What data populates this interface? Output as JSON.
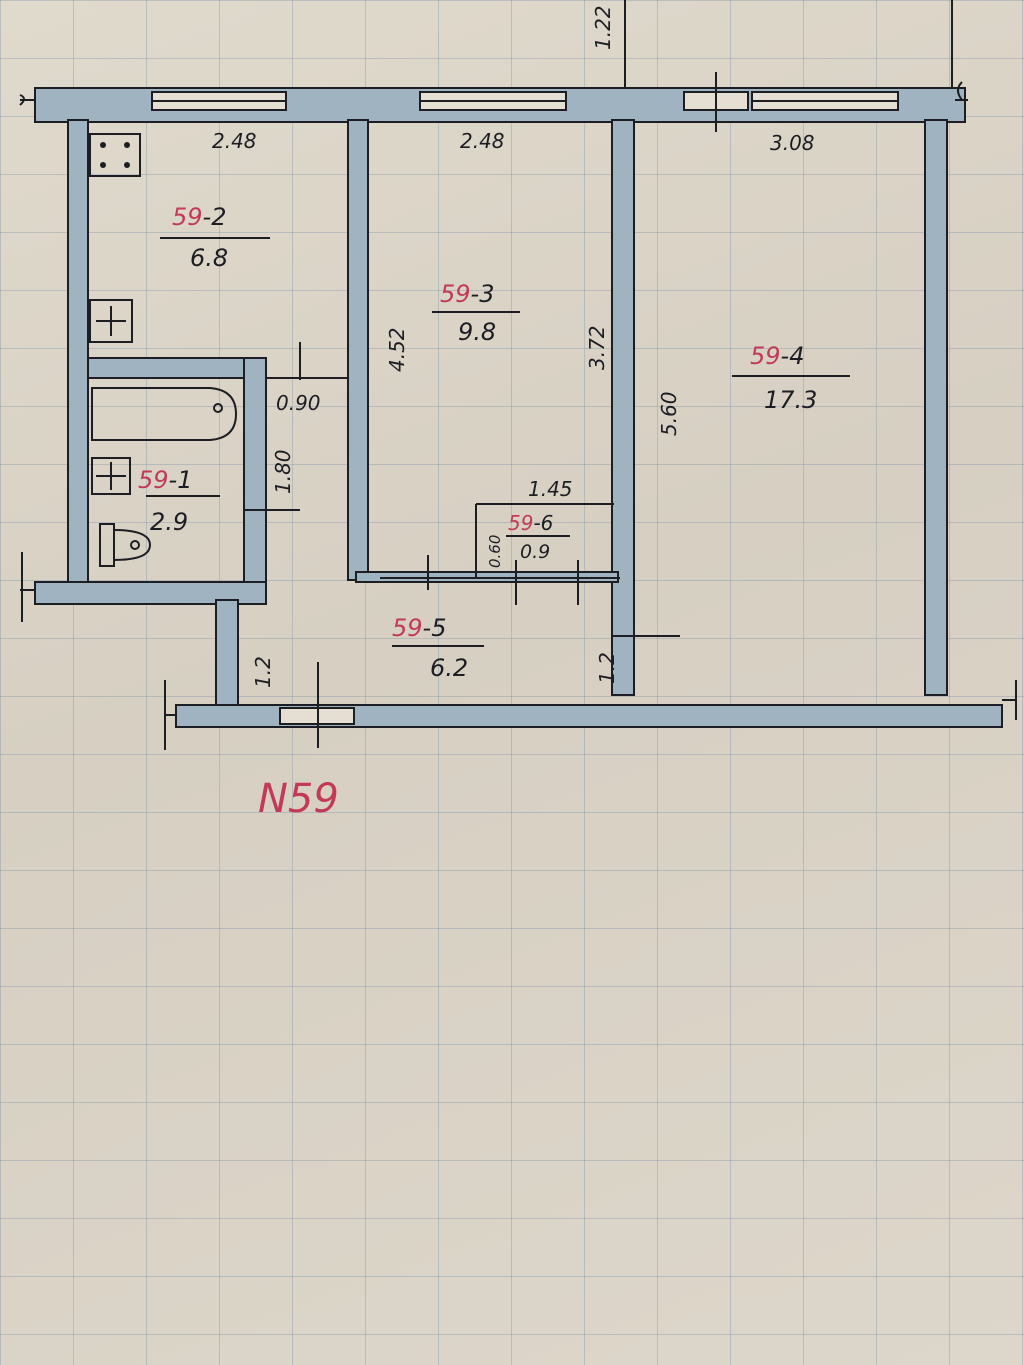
{
  "colors": {
    "wall": "#9fb4c0",
    "ink": "#1d1d24",
    "red": "#c23a55"
  },
  "apartment_label": "N59",
  "top_dimension": "1.22",
  "rooms": [
    {
      "code_prefix": "59",
      "code_suffix": "-2",
      "area": "6.8"
    },
    {
      "code_prefix": "59",
      "code_suffix": "-3",
      "area": "9.8"
    },
    {
      "code_prefix": "59",
      "code_suffix": "-4",
      "area": "17.3"
    },
    {
      "code_prefix": "59",
      "code_suffix": "-1",
      "area": "2.9"
    },
    {
      "code_prefix": "59",
      "code_suffix": "-5",
      "area": "6.2"
    },
    {
      "code_prefix": "59",
      "code_suffix": "-6",
      "area": "0.9"
    }
  ],
  "dimensions": {
    "kitchen_width": "2.48",
    "room3_width": "2.48",
    "room4_width": "3.08",
    "room3_left_height": "4.52",
    "room3_right_height": "3.72",
    "room4_height": "5.60",
    "door_width": "0.90",
    "bath_height": "1.80",
    "closet_width": "1.45",
    "closet_depth": "0.60",
    "hall_left": "1.2",
    "hall_right": "1.2"
  },
  "icons": [
    "stove-icon",
    "sink-icon",
    "bathtub-icon",
    "toilet-icon",
    "washbasin-icon"
  ]
}
